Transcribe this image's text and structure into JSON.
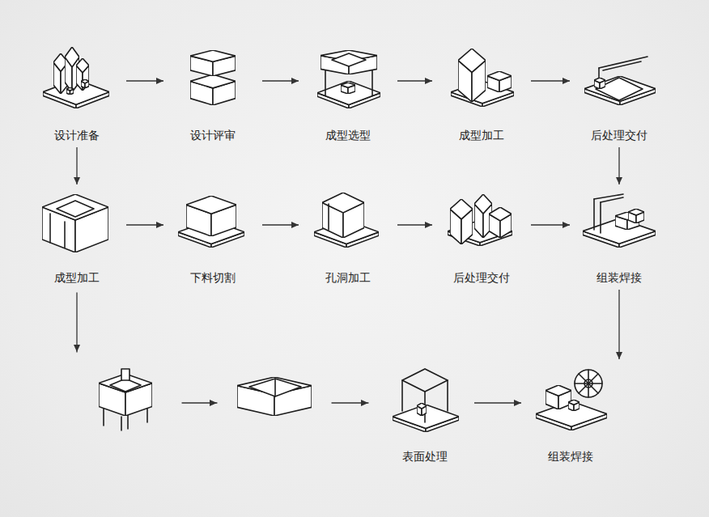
{
  "diagram": {
    "nodes": [
      {
        "text": [
          "设计准备"
        ]
      },
      {
        "text": [
          "设计评审"
        ]
      },
      {
        "text": [
          "成型选型"
        ]
      },
      {
        "text": [
          "成型加工"
        ]
      },
      {
        "text": [
          "后处理交付"
        ]
      },
      {
        "text": [
          "成型加工"
        ]
      },
      {
        "text": [
          "下料切割"
        ]
      },
      {
        "text": [
          "孔洞加工"
        ]
      },
      {
        "text": [
          "后处理交付"
        ]
      },
      {
        "text": [
          "组装焊接"
        ]
      },
      {
        "text": [
          "表面处理"
        ]
      },
      {
        "text": [
          "组装焊接"
        ]
      }
    ],
    "edges": [
      {
        "from": 0,
        "to": 1,
        "arrow": "to"
      },
      {
        "from": 1,
        "to": 2,
        "arrow": "to"
      },
      {
        "from": 2,
        "to": 3,
        "arrow": "to"
      },
      {
        "from": 3,
        "to": 4,
        "arrow": "to"
      },
      {
        "from": 0,
        "to": 5,
        "arrow": "to"
      },
      {
        "from": 4,
        "to": 9,
        "arrow": "to"
      },
      {
        "from": 5,
        "to": 6,
        "arrow": "to"
      },
      {
        "from": 6,
        "to": 7,
        "arrow": "to"
      },
      {
        "from": 7,
        "to": 8,
        "arrow": "to"
      },
      {
        "from": 8,
        "to": 9,
        "arrow": "to"
      },
      {
        "from": 9,
        "to": 11,
        "arrow": "to"
      },
      {
        "from": 10,
        "to": 11,
        "arrow": "to"
      }
    ]
  }
}
